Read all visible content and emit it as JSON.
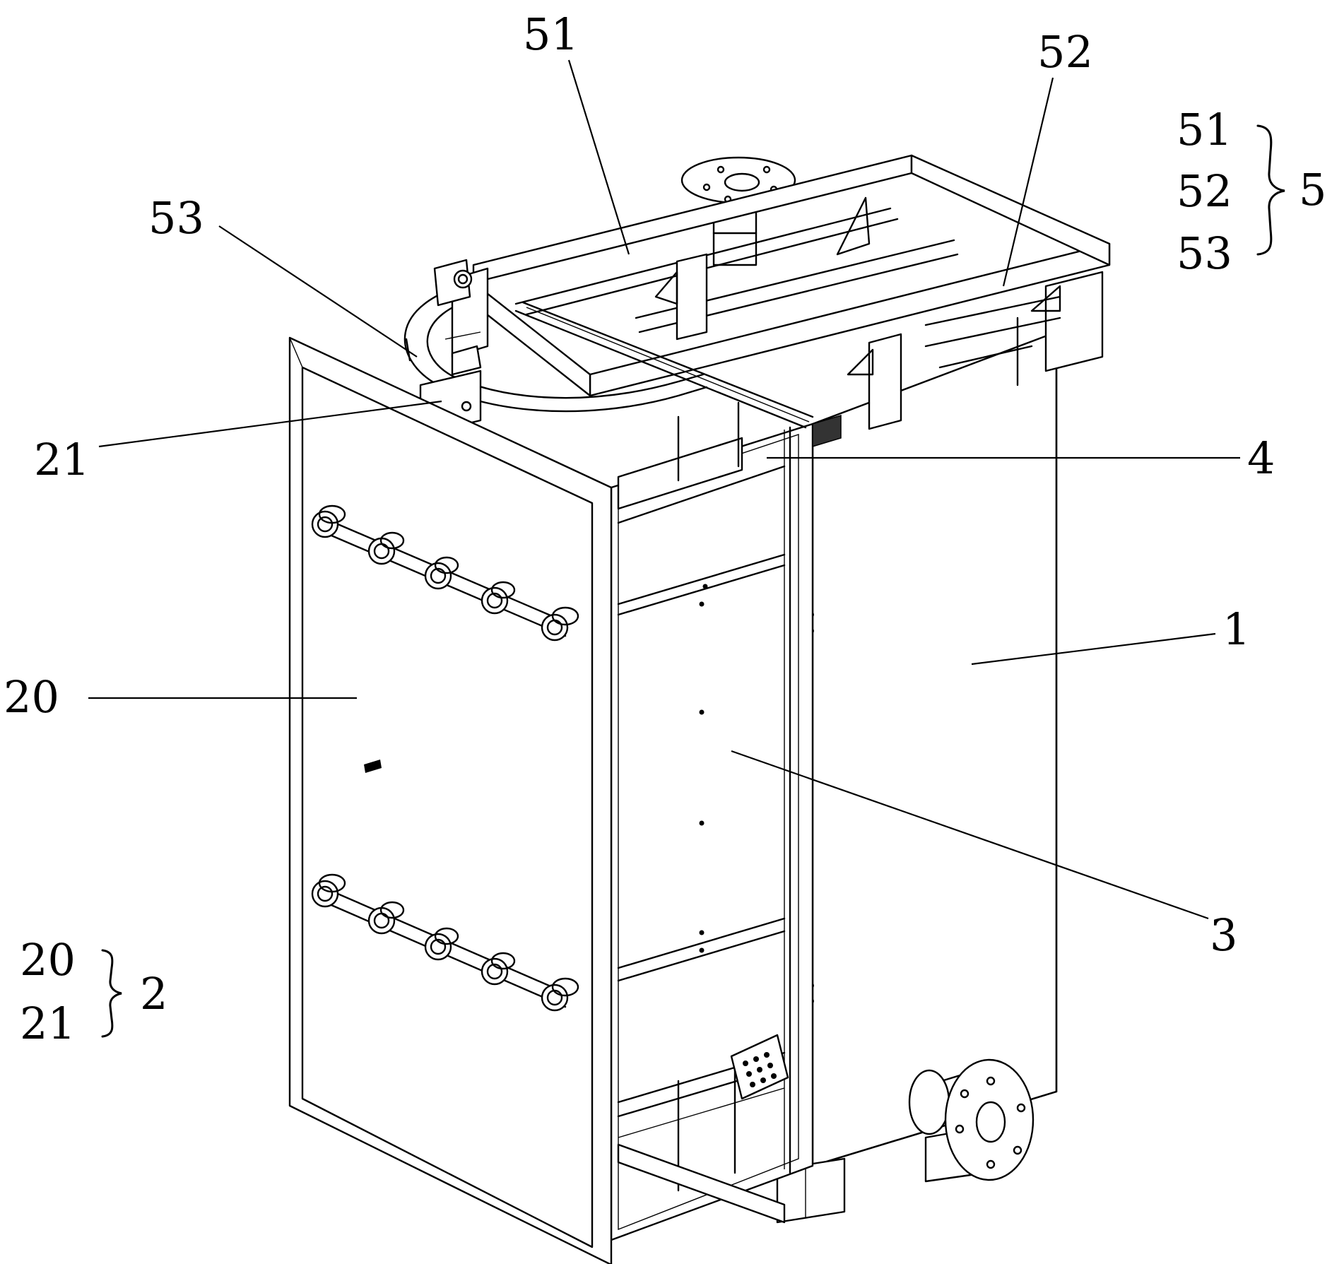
{
  "callouts": {
    "label_51": "51",
    "label_52": "52",
    "label_53": "53",
    "label_21": "21",
    "label_4": "4",
    "label_1": "1",
    "label_20": "20",
    "label_3": "3"
  },
  "legend_5": {
    "items": [
      "51",
      "52",
      "53"
    ],
    "group": "5"
  },
  "legend_2": {
    "items": [
      "20",
      "21"
    ],
    "group": "2"
  }
}
